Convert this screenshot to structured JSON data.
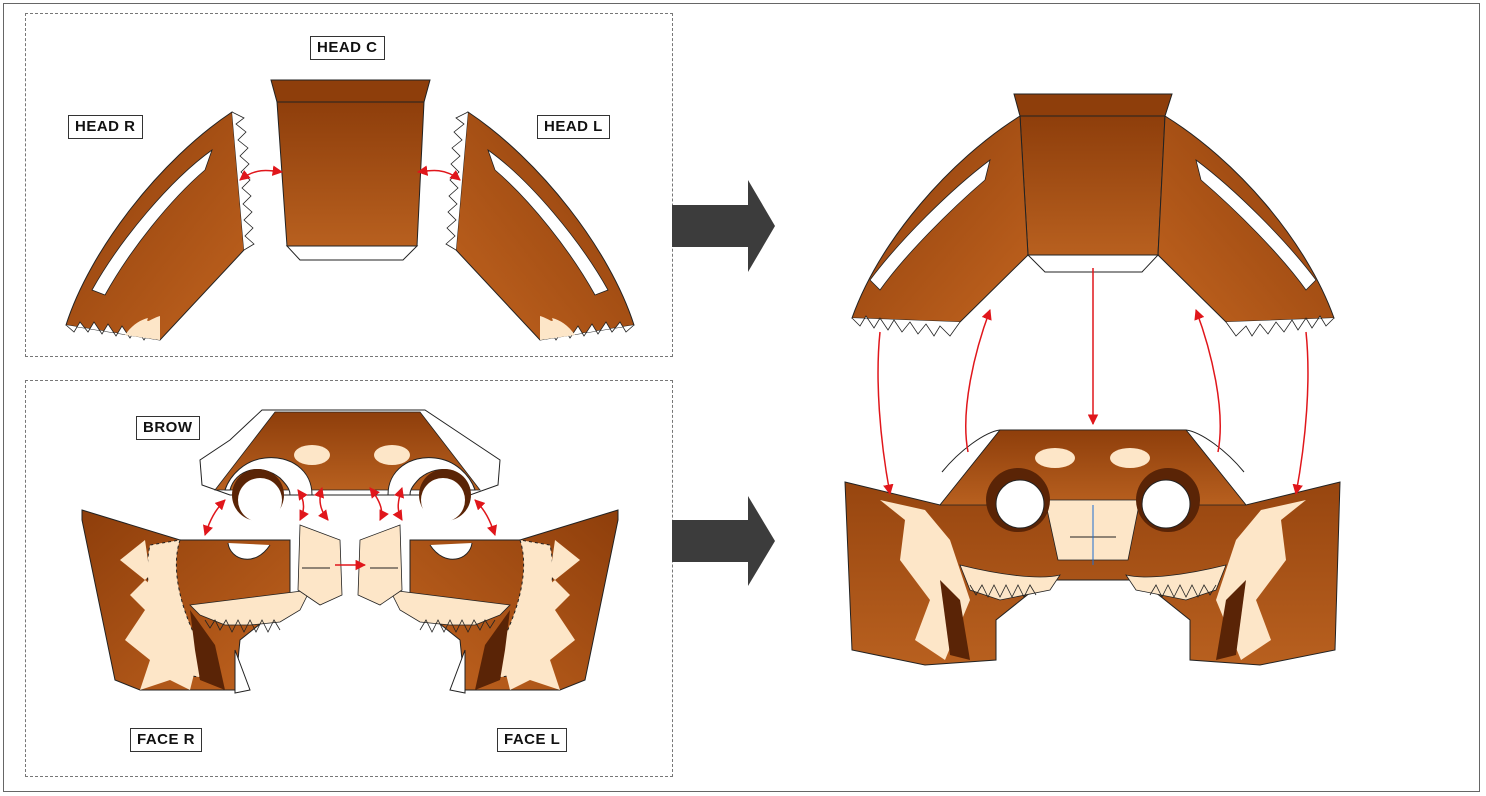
{
  "labels": {
    "head_c": "HEAD C",
    "head_r": "HEAD R",
    "head_l": "HEAD L",
    "brow": "BROW",
    "face_r": "FACE R",
    "face_l": "FACE L"
  },
  "colors": {
    "fur_dark": "#8e3e0b",
    "fur_light": "#c0631f",
    "cream": "#fde6c8",
    "dark_brown": "#5a2406",
    "connector_red": "#e0161b",
    "arrow_gray": "#3c3c3c",
    "fold_blue": "#1f6fd1"
  }
}
